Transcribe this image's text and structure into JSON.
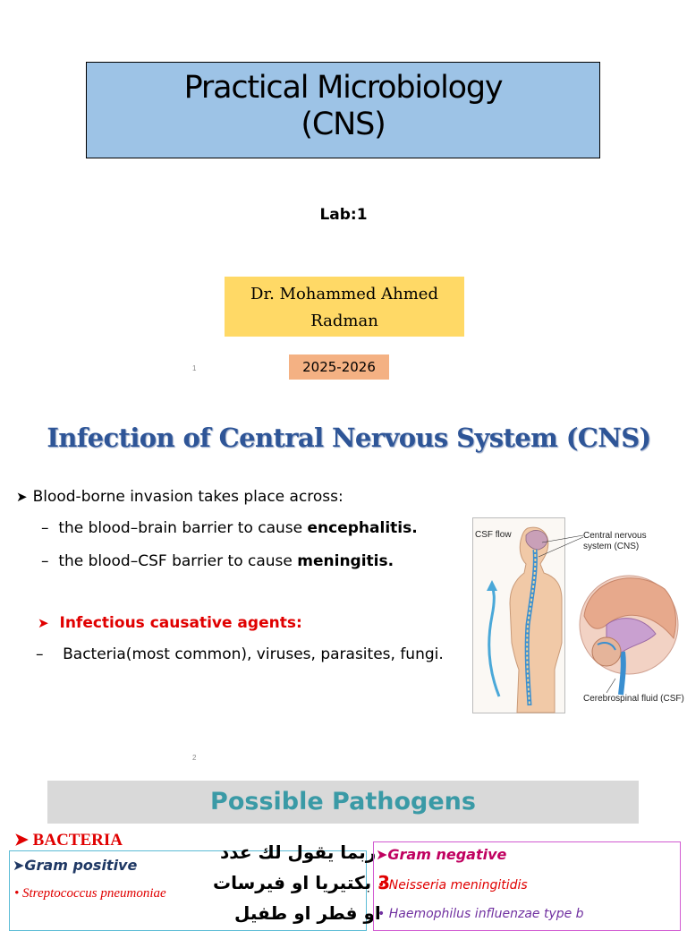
{
  "slide1": {
    "title_line1": "Practical Microbiology",
    "title_line2": "(CNS)",
    "lab": "Lab:1",
    "author_line1": "Dr. Mohammed Ahmed",
    "author_line2": "Radman",
    "year": "2025-2026",
    "page_number": "1",
    "colors": {
      "title_bg": "#9dc3e6",
      "author_bg": "#ffd966",
      "year_bg": "#f4b183"
    }
  },
  "slide2": {
    "title": "Infection of Central Nervous System (CNS)",
    "bullet1": "Blood-borne invasion takes place across:",
    "sub1_prefix": "the blood–brain barrier to cause ",
    "sub1_bold": "encephalitis.",
    "sub2_prefix": "the blood–CSF barrier to cause ",
    "sub2_bold": "meningitis.",
    "agents_heading": "Infectious causative agents:",
    "agents_text": "Bacteria(most common), viruses, parasites, fungi.",
    "figure": {
      "csf_flow": "CSF flow",
      "cns_line1": "Central nervous",
      "cns_line2": "system (CNS)",
      "csf_label": "Cerebrospinal fluid (CSF)"
    },
    "page_number": "2",
    "colors": {
      "title": "#2e5597",
      "agents": "#e00000"
    }
  },
  "slide3": {
    "title": "Possible Pathogens",
    "bacteria": "BACTERIA",
    "gram_positive": "Gram positive",
    "gp_item1": "Streptococcus pneumoniae",
    "arabic_line1": "ربما يقول لك عدد",
    "arabic_line2_num": "3",
    "arabic_line2_text": "بكتيريا او فيرسات",
    "arabic_line3": "او فطر او طفيل",
    "gram_negative": "Gram negative",
    "gn_item1": "Neisseria meningitidis",
    "gn_item2": "Haemophilus influenzae type b",
    "colors": {
      "title": "#3a9aa6",
      "bar_bg": "#d9d9d9",
      "bacteria": "#e00000",
      "gp": "#1f3864",
      "gn": "#c00060"
    }
  }
}
